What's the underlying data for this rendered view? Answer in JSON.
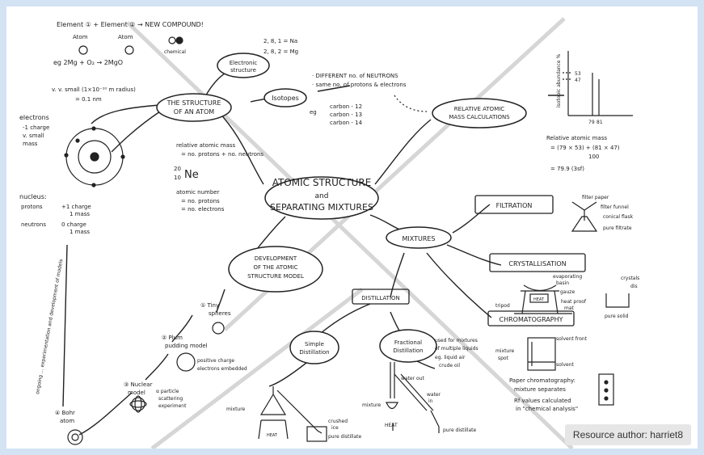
{
  "credit": "Resource author: harriet8",
  "center": {
    "line1": "ATOMIC STRUCTURE",
    "line2": "and",
    "line3": "SEPARATING MIXTURES"
  },
  "structure": {
    "title1": "THE STRUCTURE",
    "title2": "OF AN ATOM",
    "element_eq": "Element ① + Element ②  →  NEW COMPOUND!",
    "atom_a": "Atom",
    "atom_b": "Atom",
    "mg_eq": "eg 2Mg + O₂ → 2MgO",
    "chemical_label": "chemical",
    "size1": "v. v. small (1×10⁻¹⁰ m radius)",
    "size2": "= 0.1 nm",
    "electrons_title": "electrons",
    "electrons_c": "-1 charge",
    "electrons_m1": "v. small",
    "electrons_m2": "mass",
    "nucleus_title": "nucleus:",
    "protons": "protons",
    "protons_c": "+1 charge",
    "protons_m": "1 mass",
    "neutrons": "neutrons",
    "neutrons_c": "0 charge",
    "neutrons_m": "1 mass"
  },
  "electronic": {
    "title1": "Electronic",
    "title2": "structure",
    "na": "2, 8, 1 = Na",
    "mg": "2, 8, 2 = Mg"
  },
  "isotopes": {
    "title": "Isotopes",
    "diff": "· DIFFERENT no. of NEUTRONS",
    "same": "· same no. of protons & electrons",
    "eg": "eg",
    "c12": "carbon - 12",
    "c13": "carbon - 13",
    "c14": "carbon - 14"
  },
  "mass": {
    "ram_title": "relative atomic mass",
    "ram_def": "= no. protons + no. neutrons",
    "top": "20",
    "bottom": "10",
    "symbol": "Ne",
    "an_title": "atomic number",
    "an_p": "= no. protons",
    "an_e": "= no. electrons"
  },
  "ramc": {
    "title1": "RELATIVE ATOMIC",
    "title2": "MASS CALCULATIONS",
    "y_axis": "isotopic abundance %",
    "y53": "53",
    "y47": "47",
    "x79": "79",
    "x81": "81",
    "formula_title": "Relative atomic mass",
    "f1": "= (79 × 53) + (81 × 47)",
    "f2": "100",
    "f3": "= 79.9 (3sf)"
  },
  "development": {
    "title1": "DEVELOPMENT",
    "title2": "OF THE ATOMIC",
    "title3": "STRUCTURE MODEL",
    "s1": "① Tiny",
    "s1b": "spheres",
    "s2": "② Plum",
    "s2b": "pudding model",
    "pos": "positive charge",
    "emb": "electrons embedded",
    "s3": "③ Nuclear",
    "s3b": "model",
    "alpha1": "α particle",
    "alpha2": "scattering",
    "alpha3": "experiment",
    "s4": "④ Bohr",
    "s4b": "atom",
    "side": "ongoing ... experimentation and development of models"
  },
  "mixtures": {
    "title": "MIXTURES",
    "filtration": "FILTRATION",
    "filter_paper": "filter paper",
    "filter_funnel": "filter funnel",
    "conical": "conical flask",
    "pure_filtrate": "pure filtrate",
    "crystallisation": "CRYSTALLISATION",
    "evap1": "evaporating",
    "evap2": "basin",
    "gauze": "gauze",
    "tripod": "tripod",
    "heat": "HEAT",
    "heatproof1": "heat proof",
    "heatproof2": "mat",
    "pure_solid": "pure solid",
    "crystals1": "crystals",
    "crystals2": "dis",
    "chromatography": "CHROMATOGRAPHY",
    "solvent_front": "solvent front",
    "mixture_spot1": "mixture",
    "mixture_spot2": "spot",
    "solvent": "solvent",
    "paper1": "Paper chromatography:",
    "paper2": "mixture separates",
    "rf1": "Rf values calculated",
    "rf2": "in \"chemical analysis\""
  },
  "distillation": {
    "title": "DISTILLATION",
    "simple1": "Simple",
    "simple2": "Distillation",
    "fractional1": "Fractional",
    "fractional2": "Distillation",
    "used1": "used for mixtures",
    "used2": "of multiple liquids",
    "used3": "eg. liquid air",
    "used4": "crude oil",
    "mixture": "mixture",
    "heat": "HEAT",
    "crushed1": "crushed",
    "crushed2": "ice",
    "pure_dist": "pure distillate",
    "water_out": "water out",
    "water_in1": "water",
    "water_in2": "in",
    "mixture2": "mixture",
    "heat2": "HEAT",
    "pure_dist2": "pure distillate"
  }
}
